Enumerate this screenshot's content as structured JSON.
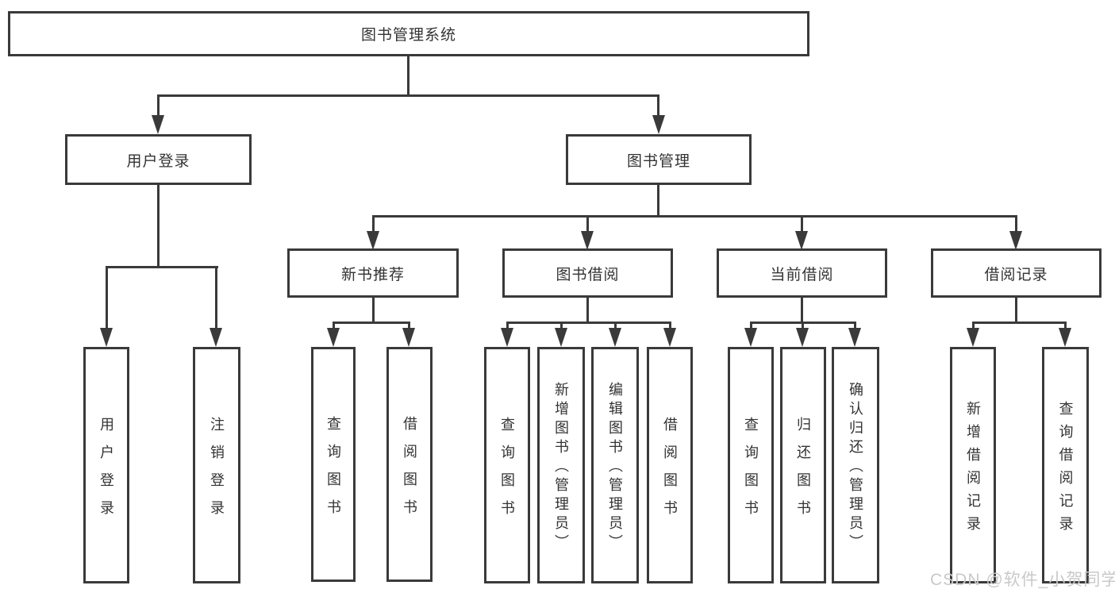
{
  "diagram": {
    "type": "tree",
    "title": "图书管理系统",
    "nodes": {
      "root": "图书管理系统",
      "level2": [
        "用户登录",
        "图书管理"
      ],
      "level3": [
        "新书推荐",
        "图书借阅",
        "当前借阅",
        "借阅记录"
      ],
      "leaves_user_login": [
        "用户登录",
        "注销登录"
      ],
      "leaves_new_book": [
        "查询图书",
        "借阅图书"
      ],
      "leaves_book_borrow": [
        "查询图书",
        "新增图书（管理员）",
        "编辑图书（管理员）",
        "借阅图书"
      ],
      "leaves_current_borrow": [
        "查询图书",
        "归还图书",
        "确认归还（管理员）"
      ],
      "leaves_borrow_record": [
        "新增借阅记录",
        "查询借阅记录"
      ]
    },
    "edges": [
      [
        "图书管理系统",
        "用户登录"
      ],
      [
        "图书管理系统",
        "图书管理"
      ],
      [
        "用户登录",
        "用户登录(叶)"
      ],
      [
        "用户登录",
        "注销登录"
      ],
      [
        "图书管理",
        "新书推荐"
      ],
      [
        "图书管理",
        "图书借阅"
      ],
      [
        "图书管理",
        "当前借阅"
      ],
      [
        "图书管理",
        "借阅记录"
      ],
      [
        "新书推荐",
        "查询图书"
      ],
      [
        "新书推荐",
        "借阅图书"
      ],
      [
        "图书借阅",
        "查询图书"
      ],
      [
        "图书借阅",
        "新增图书（管理员）"
      ],
      [
        "图书借阅",
        "编辑图书（管理员）"
      ],
      [
        "图书借阅",
        "借阅图书"
      ],
      [
        "当前借阅",
        "查询图书"
      ],
      [
        "当前借阅",
        "归还图书"
      ],
      [
        "当前借阅",
        "确认归还（管理员）"
      ],
      [
        "借阅记录",
        "新增借阅记录"
      ],
      [
        "借阅记录",
        "查询借阅记录"
      ]
    ],
    "colors": {
      "line": "#3a3a3a",
      "text": "#333333",
      "background": "#ffffff",
      "watermark_text": "#c9c9c9"
    },
    "watermark": "CSDN @软件_小贺同学"
  }
}
